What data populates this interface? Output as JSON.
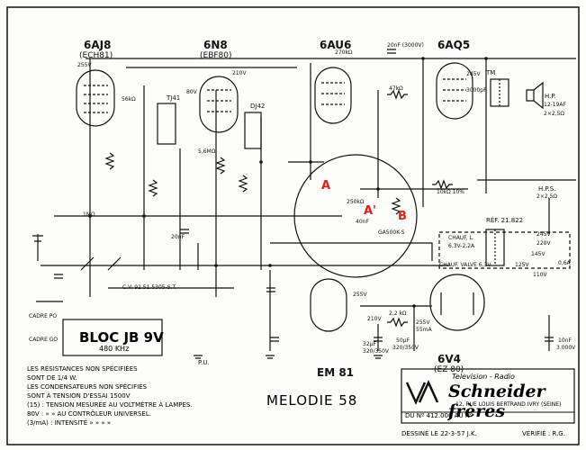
{
  "tubes": {
    "t1": {
      "name": "6AJ8",
      "sub": "(ECH81)"
    },
    "t2": {
      "name": "6N8",
      "sub": "(EBF80)"
    },
    "t3": {
      "name": "6AU6",
      "sub": ""
    },
    "t4": {
      "name": "6AQ5",
      "sub": ""
    },
    "t5": {
      "name": "EM 81",
      "sub": ""
    },
    "t6": {
      "name": "6V4",
      "sub": "(EZ 80)"
    }
  },
  "markers": {
    "a": "A",
    "a_prime": "A'",
    "b": "B"
  },
  "labels": {
    "l255v": "255V",
    "l210v": "210V",
    "l80v": "80V",
    "l245v": "245V",
    "r56k": "56kΩ",
    "tj41": "TJ41",
    "dj42": "DJ42",
    "r5_6m": "5,6MΩ",
    "r1m": "1MΩ",
    "c20nf_top": "20nF (3000V)",
    "r270k": "270kΩ",
    "r47k": "47kΩ",
    "c20nf": "20nF",
    "c3000": "3000pF",
    "tm": "TM",
    "hp": "H.P.",
    "hp2": "12-19AF",
    "hp3": "2×2,5Ω",
    "r10k": "10kΩ 10%",
    "hps": "H.P.S.",
    "hps2": "2×2,5Ω",
    "ref": "RÉF. 21.822",
    "v245": "245V",
    "v220": "220V",
    "v145": "145V",
    "v125": "125V",
    "v110": "110V",
    "chauf_l": "CHAUF. L.",
    "chauf_l2": "6,3V-2,2A",
    "chauf_valve": "CHAUF. VALVE 6,3V",
    "fuse": "0,6A",
    "cv": "C.V. 92.51.5305-S.T.",
    "cadre_po": "CADRE PO",
    "cadre_go": "CADRE GO",
    "pu": "P.U.",
    "v255": "255V",
    "ma55": "55mA",
    "r2k2": "2,2 kΩ",
    "c32": "32μF",
    "c32v": "320/350V",
    "c50": "50μF",
    "c50v": "320/350V",
    "c10n": "10nF",
    "c10nv": "3.000V",
    "v210": "210V",
    "c2": "40nF",
    "r250": "250kΩ",
    "pot": "GA500K-S"
  },
  "bloc": {
    "name": "BLOC JB 9V",
    "freq": "480 KHz"
  },
  "notes": [
    "LES RÉSISTANCES NON SPÉCIFIÉES",
    "SONT DE 1/4 W.",
    "LES CONDENSATEURS NON SPÉCIFIÉS",
    "SONT À TENSION D'ESSAI 1500V",
    "(15) : TENSION MESURÉE AU VOLTMÈTRE À LAMPES.",
    "80V :     »        »     AU CONTRÔLEUR UNIVERSEL.",
    "(3/mA) : INTENSITÉ    »        »        »        »"
  ],
  "title": "MELODIE 58",
  "brand": {
    "tagline": "Television - Radio",
    "name": "Schneider frères",
    "address": "12, RUE LOUIS BERTRAND   IVRY (SEINE)",
    "number": "DU Nº 412.000   AU Nº"
  },
  "footer": {
    "drawn": "DESSINÉ LE 22-3-57 J.K.",
    "checked": "VÉRIFIÉ : R.G."
  }
}
